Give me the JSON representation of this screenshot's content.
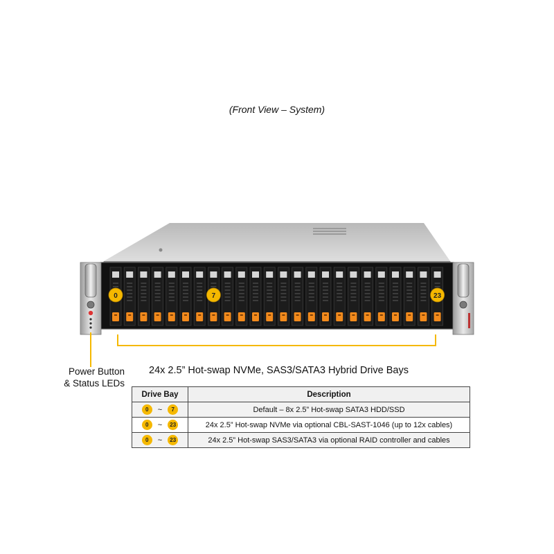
{
  "caption": "(Front View – System)",
  "diagram": {
    "bay_callouts": [
      "0",
      "7",
      "23"
    ],
    "bays_label": "24x 2.5” Hot-swap NVMe, SAS3/SATA3 Hybrid Drive Bays",
    "power_label_line1": "Power Button",
    "power_label_line2": "& Status LEDs",
    "drive_bay_count": 24,
    "colors": {
      "callout": "#f5b800",
      "drive_tab": "#f28a1c",
      "chassis": "#c8c8c8",
      "bracket": "#f5b800"
    }
  },
  "table": {
    "headers": {
      "bay": "Drive Bay",
      "description": "Description"
    },
    "rows": [
      {
        "from": "0",
        "tilde": "~",
        "to": "7",
        "description": "Default – 8x 2.5” Hot-swap SATA3 HDD/SSD"
      },
      {
        "from": "0",
        "tilde": "~",
        "to": "23",
        "description": "24x 2.5” Hot-swap NVMe via optional CBL-SAST-1046 (up to 12x cables)"
      },
      {
        "from": "0",
        "tilde": "~",
        "to": "23",
        "description": "24x 2.5” Hot-swap SAS3/SATA3 via optional RAID controller and cables"
      }
    ]
  }
}
